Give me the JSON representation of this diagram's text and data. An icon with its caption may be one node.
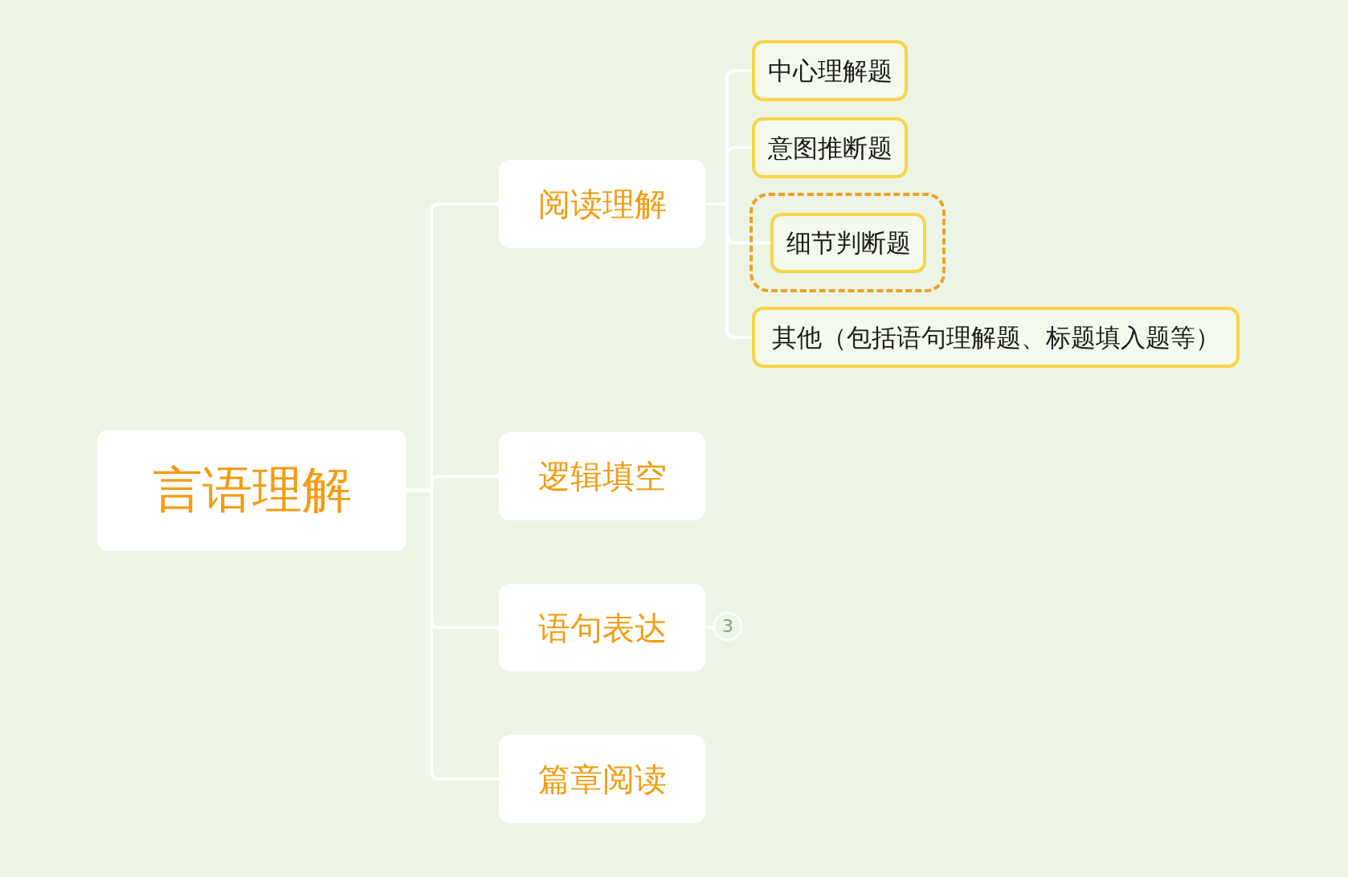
{
  "diagram": {
    "nodes": [
      {
        "text": [
          "言语理解"
        ]
      },
      {
        "text": [
          "阅读理解"
        ]
      },
      {
        "text": [
          "中心理解题"
        ]
      },
      {
        "text": [
          "意图推断题"
        ]
      },
      {
        "text": [],
        "shape": "box"
      },
      {
        "text": [
          "细节判断题"
        ],
        "in": 4
      },
      {
        "text": [
          "其他（包括语句理解题、标题填入题等）"
        ]
      },
      {
        "text": [
          "逻辑填空"
        ]
      },
      {
        "text": [
          "语句表达"
        ]
      },
      {
        "text": [
          "3"
        ]
      },
      {
        "text": [
          "篇章阅读"
        ]
      }
    ],
    "edges": [
      {
        "from": 0,
        "to": 1,
        "arrow": "none"
      },
      {
        "from": 0,
        "to": 7,
        "arrow": "none"
      },
      {
        "from": 0,
        "to": 8,
        "arrow": "none"
      },
      {
        "from": 0,
        "to": 10,
        "arrow": "none"
      },
      {
        "from": 1,
        "to": 2,
        "arrow": "none"
      },
      {
        "from": 1,
        "to": 3,
        "arrow": "none"
      },
      {
        "from": 1,
        "to": 5,
        "arrow": "none"
      },
      {
        "from": 1,
        "to": 6,
        "arrow": "none"
      },
      {
        "from": 8,
        "to": 9,
        "arrow": "none"
      }
    ]
  }
}
